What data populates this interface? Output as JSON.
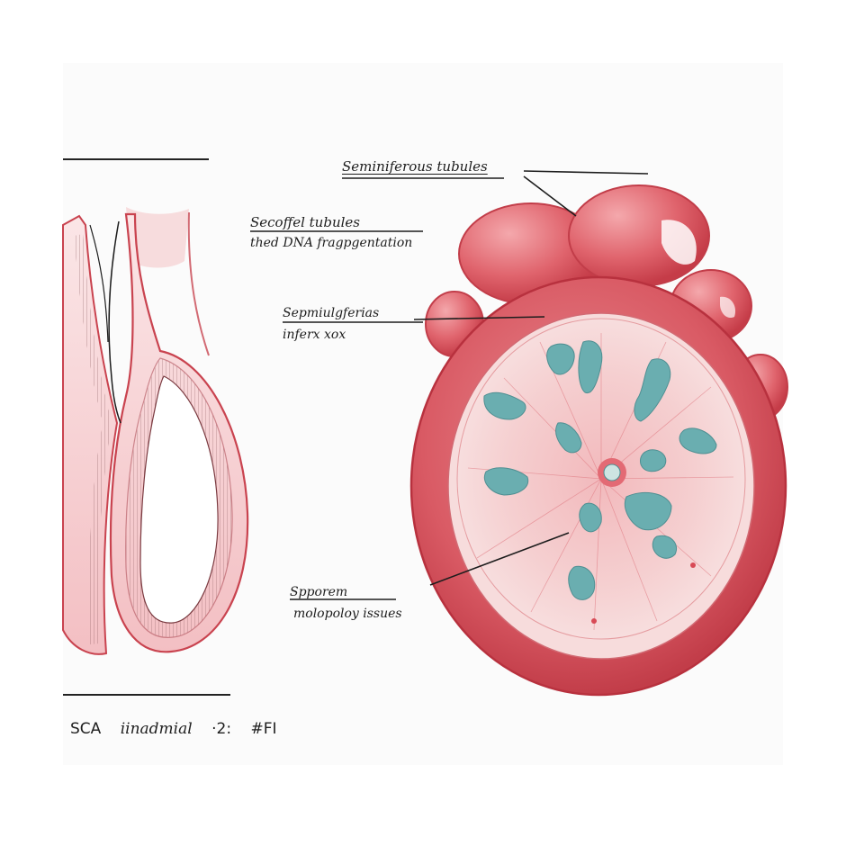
{
  "labels": {
    "seminiferous": "Seminiferous tubules",
    "secondary_line1": "Secoffel tubules",
    "secondary_line2": "thed DNA fragpgentation",
    "sepmi_line1": "Sepmiulgferias",
    "sepmi_line2": "inferx xox",
    "sperm_line1": "Spporem",
    "sperm_line2": "molopoloy issues"
  },
  "caption": {
    "part1": "SCA",
    "part2": "iinadmial",
    "part3": "·2:",
    "part4": "#FI"
  },
  "colors": {
    "tissue_dark": "#c9434f",
    "tissue_mid": "#e07a82",
    "tissue_light": "#f6d2d3",
    "lumen_teal": "#6aaeb0",
    "ink": "#1d1d1d"
  }
}
